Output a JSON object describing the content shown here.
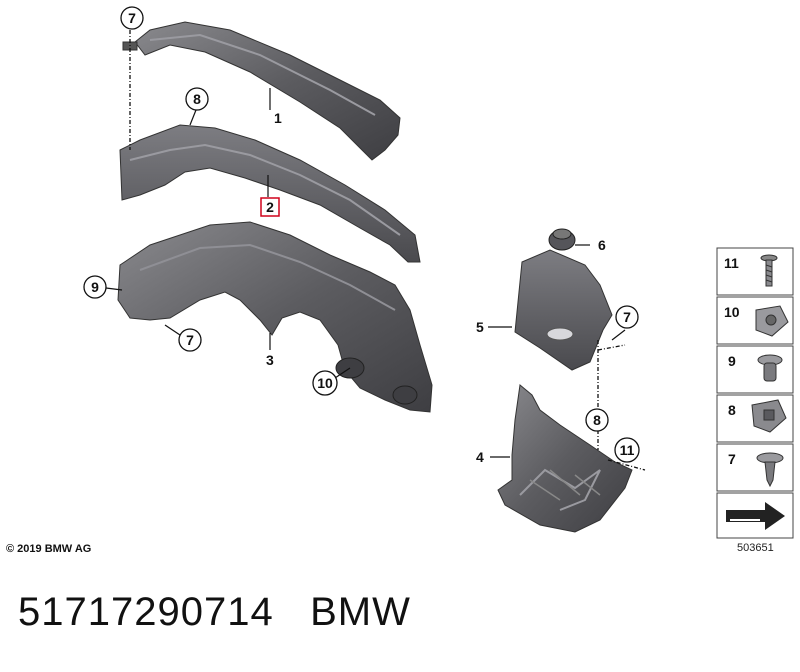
{
  "callouts": {
    "c1": "1",
    "c2": "2",
    "c3": "3",
    "c4": "4",
    "c5": "5",
    "c6": "6",
    "c7a": "7",
    "c7b": "7",
    "c7c": "7",
    "c8a": "8",
    "c8b": "8",
    "c9": "9",
    "c10": "10",
    "c11": "11"
  },
  "legend": {
    "items": [
      {
        "number": "11",
        "icon": "screw-icon"
      },
      {
        "number": "10",
        "icon": "clip-nut-icon"
      },
      {
        "number": "9",
        "icon": "expanding-rivet-icon"
      },
      {
        "number": "8",
        "icon": "spring-clip-icon"
      },
      {
        "number": "7",
        "icon": "push-rivet-icon"
      }
    ],
    "arrow_icon": "direction-arrow-icon"
  },
  "copyright": "© 2019 BMW AG",
  "diagram_ref": "503651",
  "footer": {
    "part_number": "51717290714",
    "brand": "BMW"
  },
  "colors": {
    "part_fill": "#6e6e72",
    "part_dark": "#4a4a4e",
    "highlight_box": "#d0021b",
    "legend_border": "#444444"
  }
}
